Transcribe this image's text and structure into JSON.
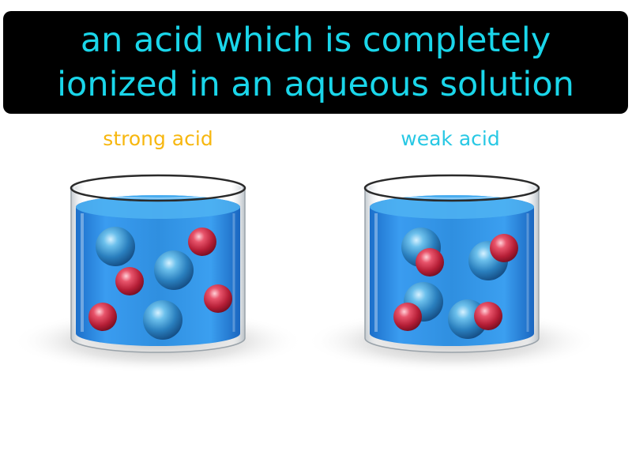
{
  "definition": {
    "lines": [
      "an acid which is completely",
      "ionized in an aqueous solution"
    ]
  },
  "beakers": {
    "strong": {
      "label": "strong acid"
    },
    "weak": {
      "label": "weak acid"
    }
  },
  "colors": {
    "banner_background": "#000000",
    "banner_text": "#1ad6ea",
    "strong_label": "#f7b70f",
    "weak_label": "#28c8e4",
    "solution": "#2f8fe0",
    "anion_particle": "#3b8fc4",
    "hydrogen_ion": "#c4243b"
  }
}
